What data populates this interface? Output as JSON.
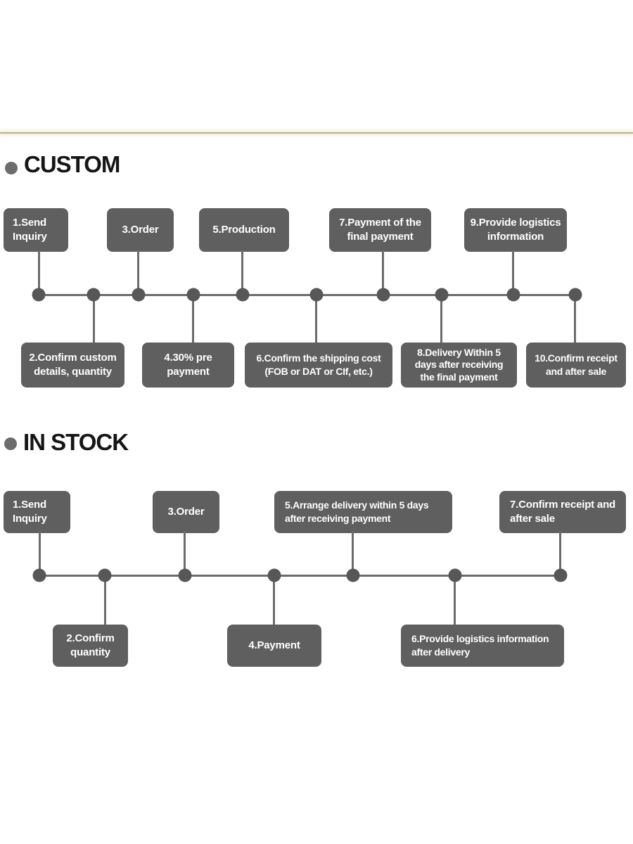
{
  "colors": {
    "box_fill": "#5f5f5f",
    "box_text": "#ffffff",
    "connector_line": "#6c6c6c",
    "timeline_dot": "#575757",
    "heading_text": "#151515",
    "heading_bullet": "#6d6d6d",
    "top_divider": "#b9b09a"
  },
  "sections": [
    {
      "heading": "CUSTOM",
      "steps": [
        {
          "label": "1.Send\nInquiry"
        },
        {
          "label": "2.Confirm custom\ndetails, quantity"
        },
        {
          "label": "3.Order"
        },
        {
          "label": "4.30% pre\npayment"
        },
        {
          "label": "5.Production"
        },
        {
          "label": "6.Confirm the shipping cost\n(FOB or DAT or CIf, etc.)"
        },
        {
          "label": "7.Payment of the\nfinal payment"
        },
        {
          "label": "8.Delivery Within 5\ndays after receiving\nthe final payment"
        },
        {
          "label": "9.Provide logistics\ninformation"
        },
        {
          "label": "10.Confirm receipt\nand after sale"
        }
      ]
    },
    {
      "heading": "IN STOCK",
      "steps": [
        {
          "label": "1.Send\nInquiry"
        },
        {
          "label": "2.Confirm\nquantity"
        },
        {
          "label": "3.Order"
        },
        {
          "label": "4.Payment"
        },
        {
          "label": "5.Arrange delivery within 5 days\nafter receiving payment"
        },
        {
          "label": "6.Provide logistics information\nafter delivery"
        },
        {
          "label": "7.Confirm receipt and\nafter sale"
        }
      ]
    }
  ]
}
